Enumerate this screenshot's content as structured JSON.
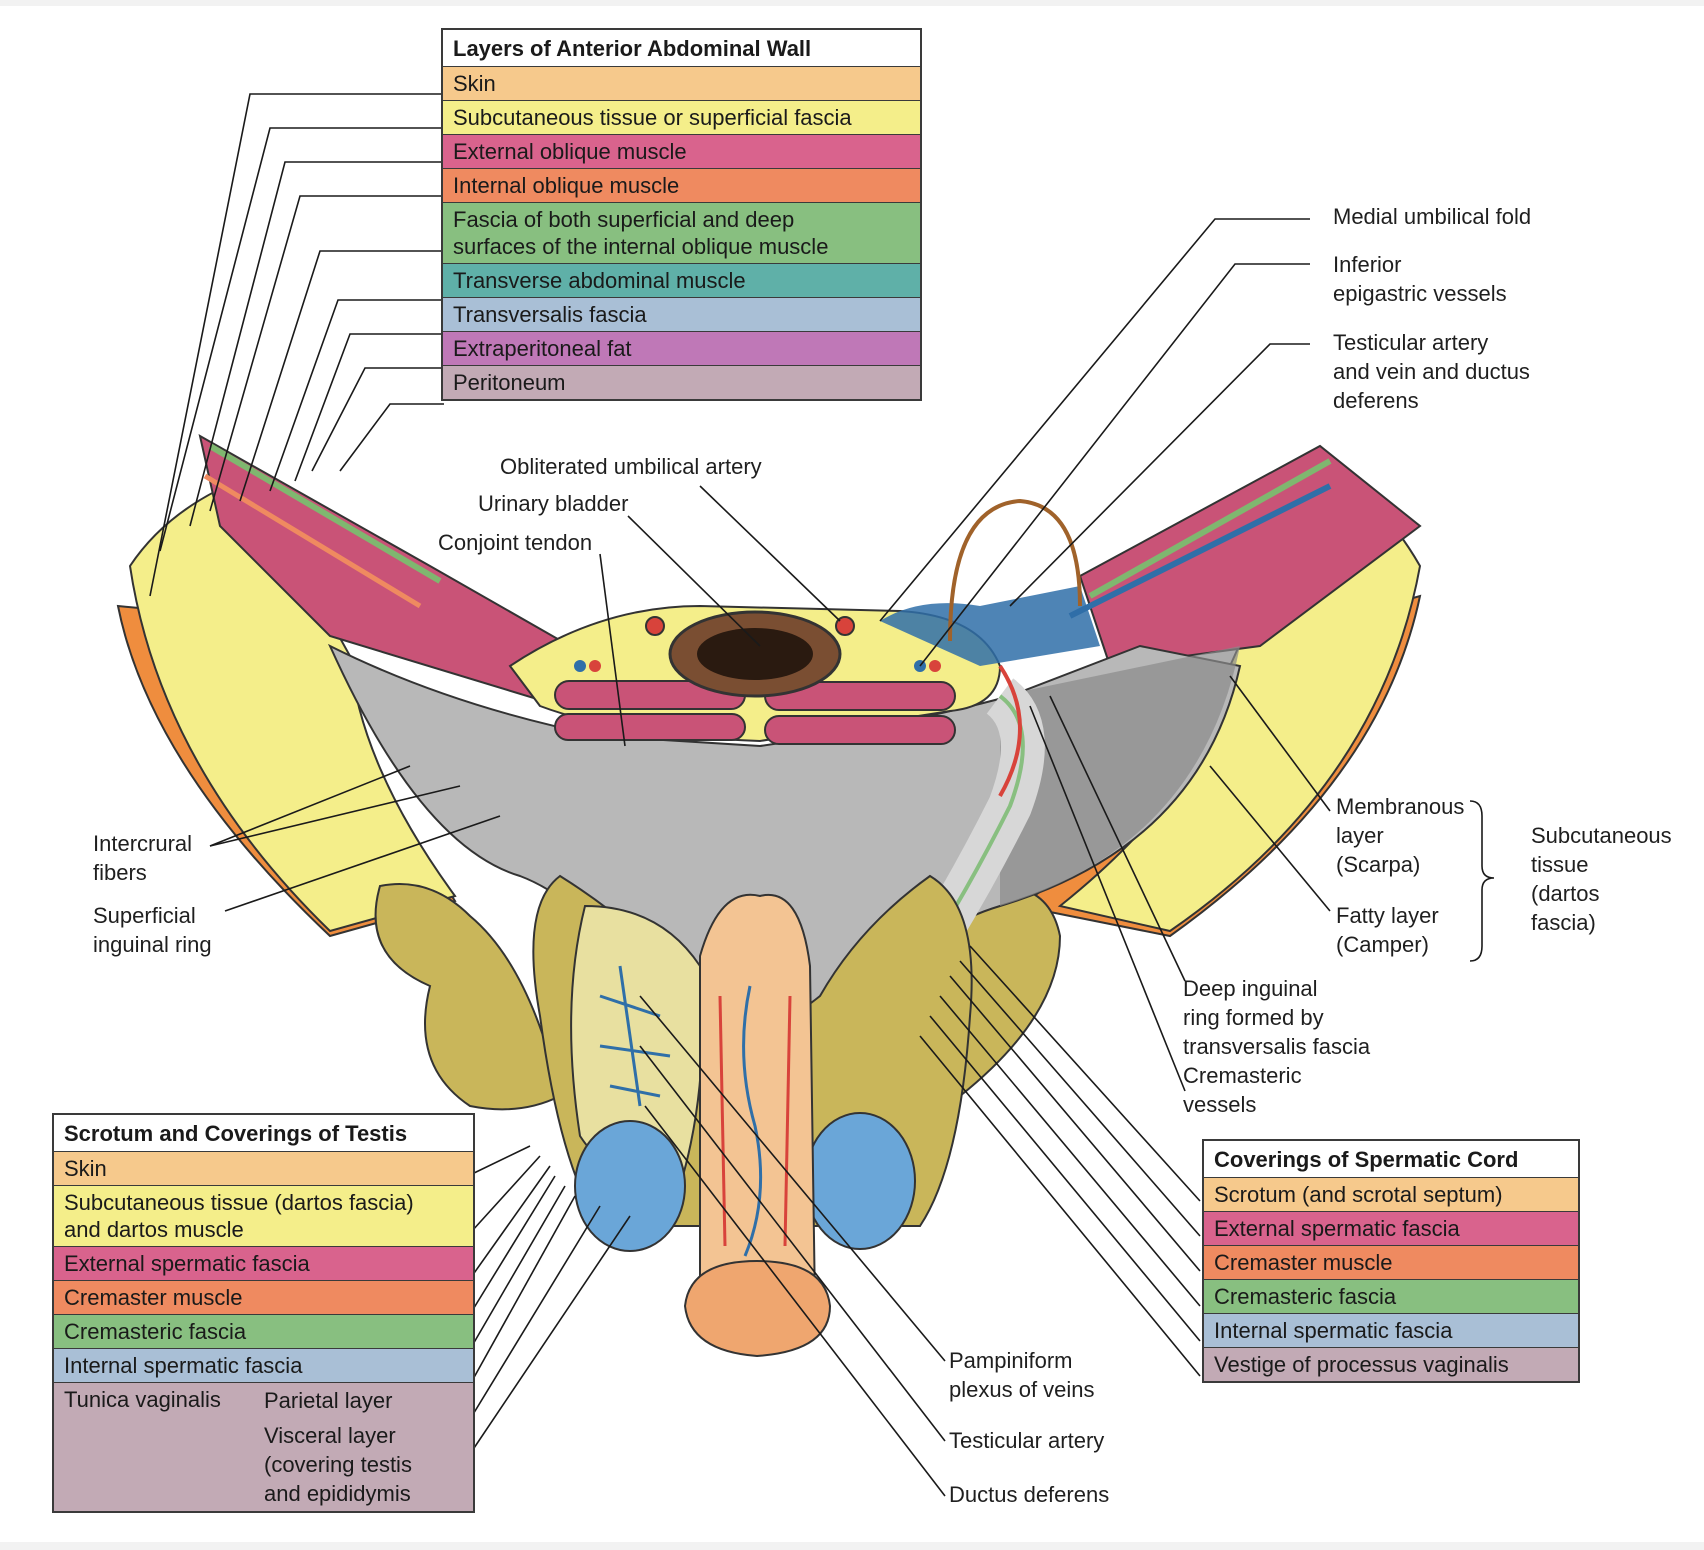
{
  "top_legend": {
    "title": "Layers of Anterior Abdominal Wall",
    "rows": [
      {
        "label": "Skin",
        "color": "#f6c98c"
      },
      {
        "label": "Subcutaneous tissue or superficial fascia",
        "color": "#f4ee8a"
      },
      {
        "label": "External oblique muscle",
        "color": "#d9638d"
      },
      {
        "label": "Internal oblique muscle",
        "color": "#ef8a60"
      },
      {
        "label": "Fascia of both superficial and deep\nsurfaces of the internal oblique muscle",
        "color": "#88bf80"
      },
      {
        "label": "Transverse abdominal muscle",
        "color": "#5fb0a8"
      },
      {
        "label": "Transversalis fascia",
        "color": "#a9bfd6"
      },
      {
        "label": "Extraperitoneal fat",
        "color": "#bf78b7"
      },
      {
        "label": "Peritoneum",
        "color": "#c2aab5"
      }
    ]
  },
  "scrotum_legend": {
    "title": "Scrotum and Coverings of Testis",
    "rows": [
      {
        "label": "Skin",
        "color": "#f6c98c"
      },
      {
        "label": "Subcutaneous tissue (dartos fascia)\nand dartos muscle",
        "color": "#f4ee8a"
      },
      {
        "label": "External spermatic fascia",
        "color": "#d9638d"
      },
      {
        "label": "Cremaster muscle",
        "color": "#ef8a60"
      },
      {
        "label": "Cremasteric fascia",
        "color": "#88bf80"
      },
      {
        "label": "Internal spermatic fascia",
        "color": "#a9bfd6"
      }
    ],
    "tunica": {
      "label": "Tunica vaginalis",
      "parietal": "Parietal layer",
      "visceral": "Visceral layer\n(covering testis\nand epididymis",
      "color": "#c2aab5"
    }
  },
  "cord_legend": {
    "title": "Coverings of Spermatic Cord",
    "rows": [
      {
        "label": "Scrotum (and scrotal septum)",
        "color": "#f6c98c"
      },
      {
        "label": "External spermatic fascia",
        "color": "#d9638d"
      },
      {
        "label": "Cremaster muscle",
        "color": "#ef8a60"
      },
      {
        "label": "Cremasteric fascia",
        "color": "#88bf80"
      },
      {
        "label": "Internal spermatic fascia",
        "color": "#a9bfd6"
      },
      {
        "label": "Vestige of processus vaginalis",
        "color": "#c2aab5"
      }
    ]
  },
  "labels": {
    "medial_umbilical_fold": "Medial umbilical fold",
    "inferior_epigastric": "Inferior\nepigastric vessels",
    "testicular_artery_vein_ductus": "Testicular artery\nand vein and ductus\ndeferens",
    "obliterated_umbilical_artery": "Obliterated umbilical artery",
    "urinary_bladder": "Urinary bladder",
    "conjoint_tendon": "Conjoint  tendon",
    "intercrural_fibers": "Intercrural\nfibers",
    "superficial_inguinal_ring": "Superficial\ninguinal ring",
    "membranous_layer": "Membranous\nlayer\n(Scarpa)",
    "fatty_layer": "Fatty layer\n(Camper)",
    "subcutaneous_tissue": "Subcutaneous\ntissue\n(dartos\nfascia)",
    "deep_inguinal_ring": "Deep inguinal\nring formed by\ntransversalis fascia",
    "cremasteric_vessels": "Cremasteric\nvessels",
    "pampiniform_plexus": "Pampiniform\nplexus of veins",
    "testicular_artery": "Testicular artery",
    "ductus_deferens": "Ductus deferens"
  }
}
